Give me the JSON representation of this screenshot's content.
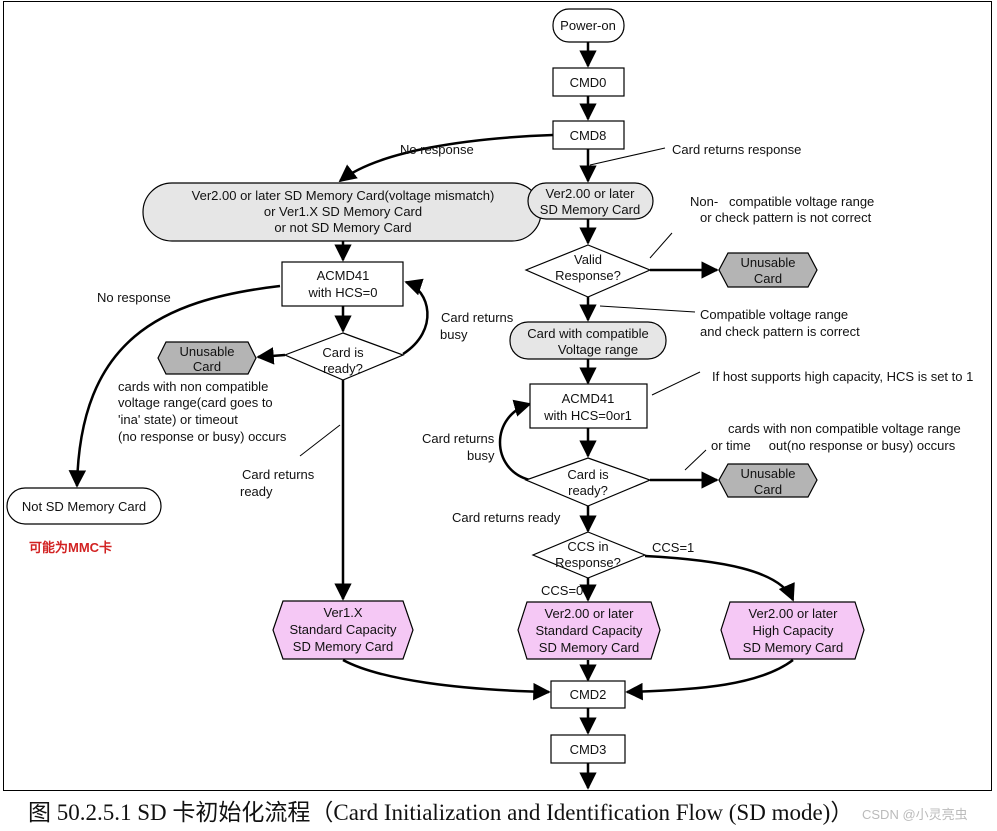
{
  "nodes": {
    "power_on": "Power-on",
    "cmd0": "CMD0",
    "cmd8": "CMD8",
    "ver2_mismatch": [
      "Ver2.00 or later SD Memory Card(voltage mismatch)",
      "or Ver1.X SD Memory Card",
      "or not SD Memory Card"
    ],
    "ver2_sd": [
      "Ver2.00 or later",
      "SD Memory Card"
    ],
    "valid_response": [
      "Valid",
      "Response?"
    ],
    "unusable_card_1": [
      "Unusable",
      "Card"
    ],
    "card_compatible": [
      "Card with compatible",
      "Voltage range"
    ],
    "acmd41_left": [
      "ACMD41",
      "with HCS=0"
    ],
    "card_ready_left": [
      "Card is",
      "ready?"
    ],
    "unusable_card_left": [
      "Unusable",
      "Card"
    ],
    "not_sd": "Not SD Memory Card",
    "acmd41_right": [
      "ACMD41",
      "with HCS=0or1"
    ],
    "card_ready_right": [
      "Card is",
      "ready?"
    ],
    "unusable_card_right": [
      "Unusable",
      "Card"
    ],
    "ccs": [
      "CCS in",
      "Response?"
    ],
    "ver1x": [
      "Ver1.X",
      "Standard Capacity",
      "SD Memory Card"
    ],
    "ver2_std": [
      "Ver2.00 or later",
      "Standard Capacity",
      "SD Memory Card"
    ],
    "ver2_high": [
      "Ver2.00 or later",
      "High Capacity",
      "SD Memory Card"
    ],
    "cmd2": "CMD2",
    "cmd3": "CMD3"
  },
  "labels": {
    "no_response_1": "No response",
    "card_returns_response": "Card returns response",
    "non_compatible": [
      "Non-   compatible voltage range",
      "or check pattern is not correct"
    ],
    "compatible": [
      "Compatible voltage range",
      "and check pattern is correct"
    ],
    "no_response_2": "No response",
    "card_returns_busy_left": [
      "Card returns",
      "busy"
    ],
    "cards_non_compatible_left": [
      "cards with non compatible",
      "voltage range(card goes to",
      "'ina' state) or timeout",
      "(no response or busy) occurs"
    ],
    "card_returns_ready_left": [
      "Card returns",
      "ready"
    ],
    "may_be_mmc": "可能为MMC卡",
    "if_host": "If host supports high capacity, HCS is set to 1",
    "card_returns_busy_right": [
      "Card returns",
      "busy"
    ],
    "cards_non_compatible_right": [
      "cards with non compatible voltage range",
      "or time     out(no response or busy) occurs"
    ],
    "card_returns_ready_right": "Card returns ready",
    "ccs1": "CCS=1",
    "ccs0": "CCS=0"
  },
  "caption": "图 50.2.5.1 SD 卡初始化流程（Card Initialization and Identification Flow (SD mode)）",
  "watermark": "CSDN @小灵亮虫",
  "colors": {
    "gray_fill": "#e6e6e6",
    "dark_gray_fill": "#b4b4b4",
    "pink_fill": "#f5c8f5",
    "red_text": "#d22222"
  }
}
